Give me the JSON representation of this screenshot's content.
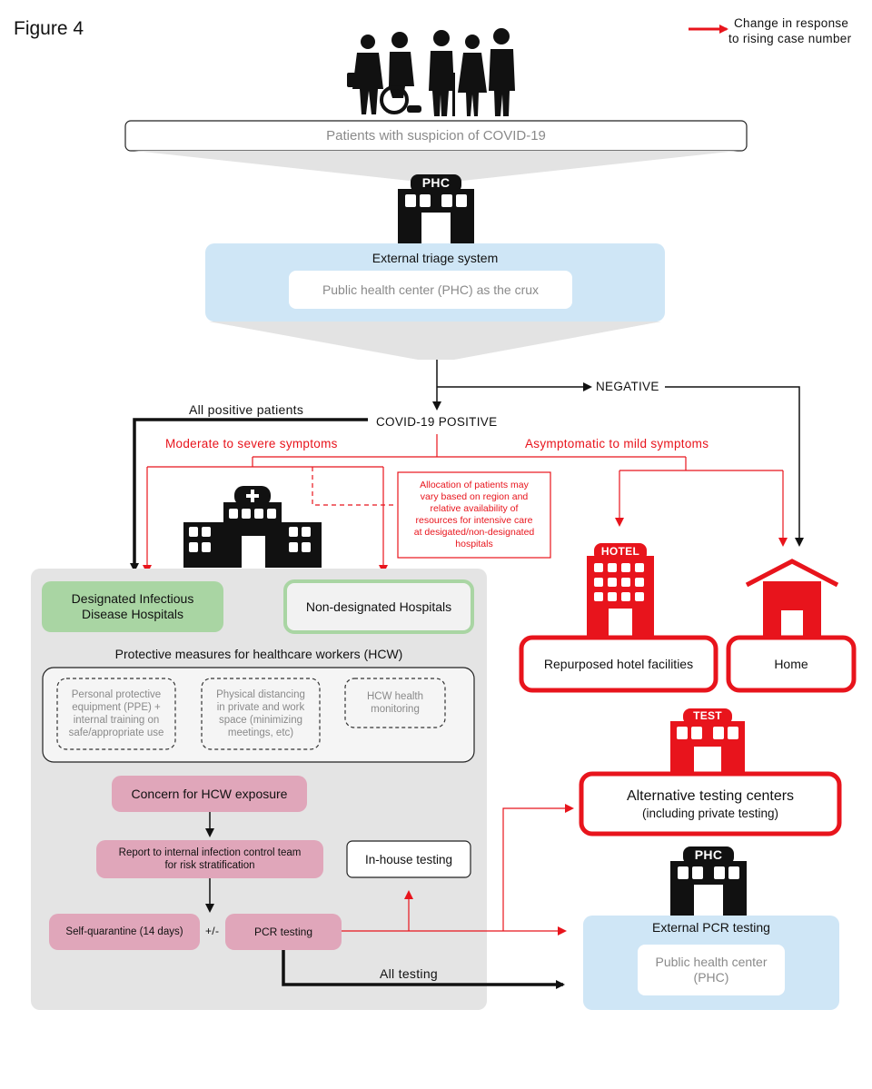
{
  "figure_label": "Figure 4",
  "legend": {
    "text_line1": "Change in response",
    "text_line2": "to rising case number",
    "color": "#e8141c"
  },
  "patients_label": "Patients with suspicion of COVID-19",
  "phc_badge": "PHC",
  "triage": {
    "title": "External triage system",
    "inner": "Public health center (PHC) as the crux"
  },
  "negative_label": "NEGATIVE",
  "positive_label": "COVID-19 POSITIVE",
  "all_positive_label": "All positive patients",
  "moderate_label": "Moderate to severe symptoms",
  "mild_label": "Asymptomatic to mild symptoms",
  "allocation_note": [
    "Allocation of patients may",
    "vary based on region and",
    "relative availability of",
    "resources for intensive care",
    "at desigated/non-designated",
    "hospitals"
  ],
  "designated_hospitals": [
    "Designated Infectious",
    "Disease Hospitals"
  ],
  "non_designated_hospitals": "Non-designated Hospitals",
  "hcw_title": "Protective measures for healthcare workers (HCW)",
  "hcw_measures": [
    [
      "Personal protective",
      "equipment (PPE) +",
      "internal training on",
      "safe/appropriate use"
    ],
    [
      "Physical distancing",
      "in private and work",
      "space (minimizing",
      "meetings, etc)"
    ],
    [
      "HCW health",
      "monitoring"
    ]
  ],
  "concern_label": "Concern for HCW exposure",
  "report_label": [
    "Report to internal infection control team",
    "for risk stratification"
  ],
  "inhouse_label": "In-house testing",
  "selfq_label": "Self-quarantine (14 days)",
  "plusminus_label": "+/-",
  "pcr_label": "PCR testing",
  "all_testing_label": "All testing",
  "hotel_badge": "HOTEL",
  "hotel_label": "Repurposed hotel facilities",
  "home_label": "Home",
  "test_badge": "TEST",
  "alt_testing": {
    "line1": "Alternative testing centers",
    "line2": "(including private testing)"
  },
  "phc_badge_2": "PHC",
  "external_pcr": {
    "title": "External PCR testing",
    "inner_line1": "Public health center",
    "inner_line2": "(PHC)"
  },
  "colors": {
    "red": "#e8141c",
    "blue": "#cfe6f6",
    "green": "#a9d5a3",
    "pink": "#e0a6ba",
    "gray_panel": "#e4e4e4"
  },
  "icons": [
    "people-silhouettes-icon",
    "phc-building-icon",
    "hospital-building-icon",
    "hotel-building-icon",
    "home-icon",
    "test-building-icon"
  ]
}
